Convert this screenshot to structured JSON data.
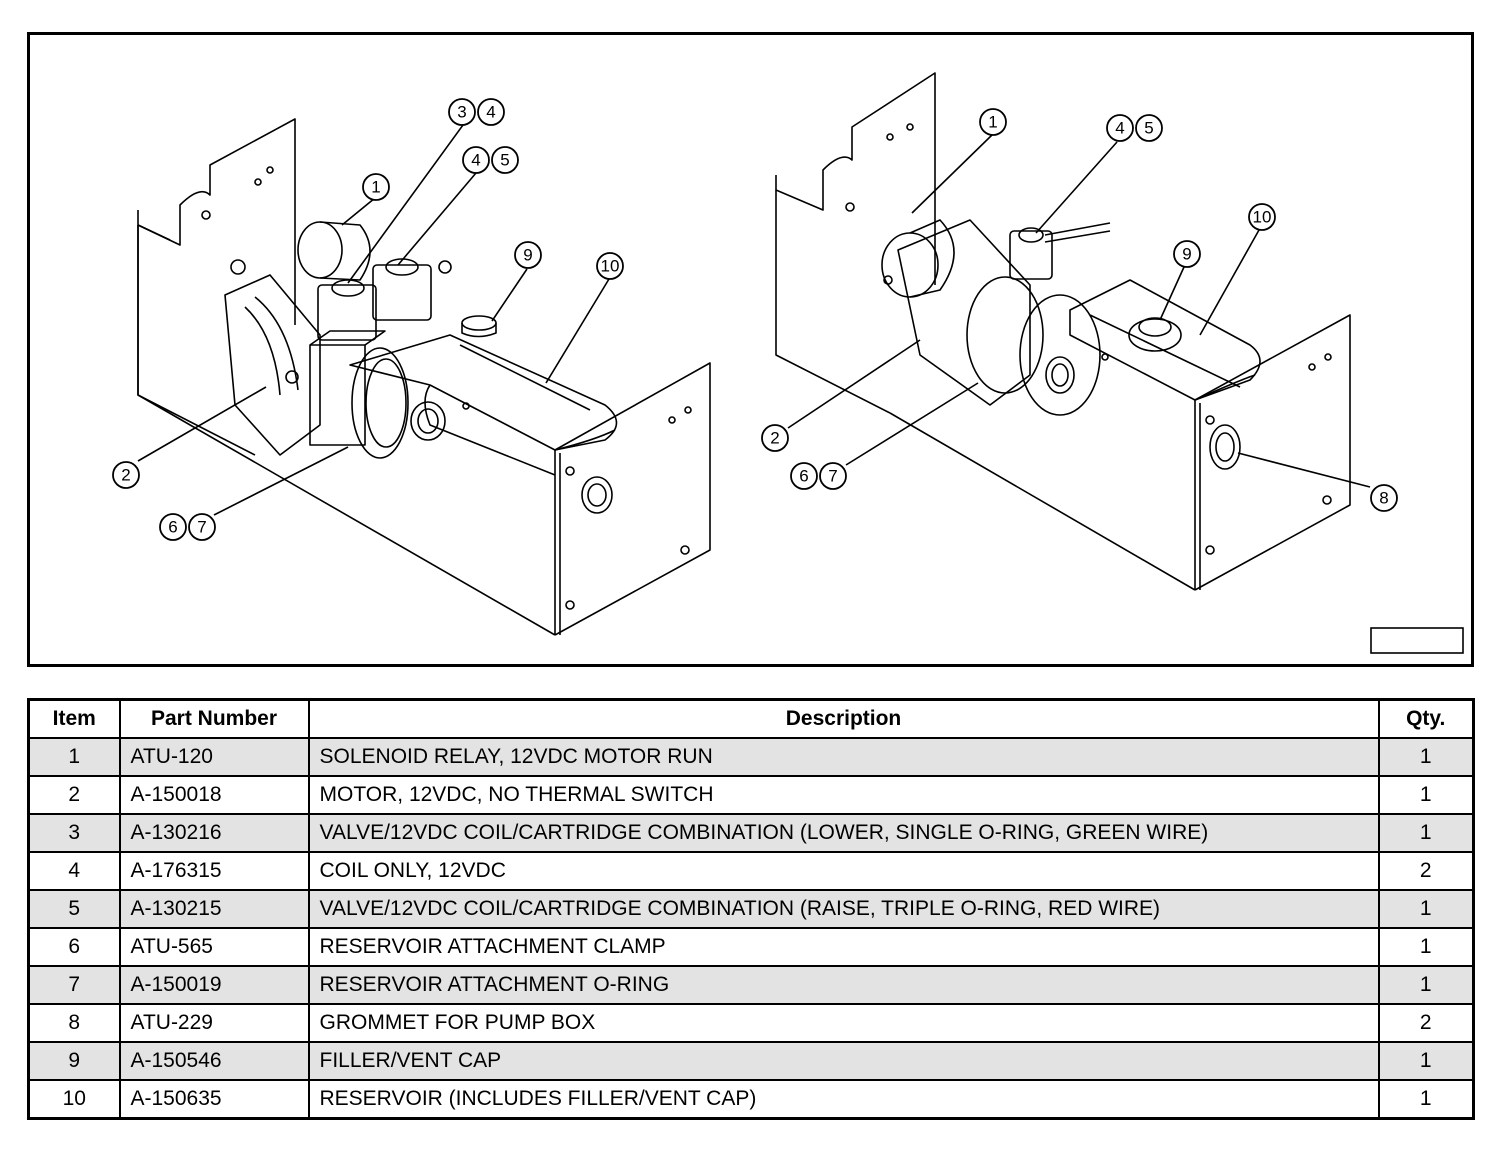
{
  "figure": {
    "left_view_callouts": [
      "1",
      "2",
      "3",
      "4",
      "4",
      "5",
      "6",
      "7",
      "9",
      "10"
    ],
    "right_view_callouts": [
      "1",
      "2",
      "4",
      "5",
      "6",
      "7",
      "8",
      "9",
      "10"
    ]
  },
  "table": {
    "headers": {
      "item": "Item",
      "part_number": "Part Number",
      "description": "Description",
      "qty": "Qty."
    },
    "rows": [
      {
        "item": "1",
        "part": "ATU-120",
        "description": "SOLENOID RELAY, 12VDC MOTOR RUN",
        "qty": "1"
      },
      {
        "item": "2",
        "part": "A-150018",
        "description": "MOTOR, 12VDC, NO THERMAL SWITCH",
        "qty": "1"
      },
      {
        "item": "3",
        "part": "A-130216",
        "description": "VALVE/12VDC COIL/CARTRIDGE COMBINATION (LOWER, SINGLE O-RING, GREEN WIRE)",
        "qty": "1"
      },
      {
        "item": "4",
        "part": "A-176315",
        "description": "COIL ONLY, 12VDC",
        "qty": "2"
      },
      {
        "item": "5",
        "part": "A-130215",
        "description": "VALVE/12VDC COIL/CARTRIDGE COMBINATION (RAISE, TRIPLE O-RING, RED WIRE)",
        "qty": "1"
      },
      {
        "item": "6",
        "part": "ATU-565",
        "description": "RESERVOIR ATTACHMENT CLAMP",
        "qty": "1"
      },
      {
        "item": "7",
        "part": "A-150019",
        "description": "RESERVOIR ATTACHMENT O-RING",
        "qty": "1"
      },
      {
        "item": "8",
        "part": "ATU-229",
        "description": "GROMMET FOR PUMP BOX",
        "qty": "2"
      },
      {
        "item": "9",
        "part": "A-150546",
        "description": "FILLER/VENT CAP",
        "qty": "1"
      },
      {
        "item": "10",
        "part": "A-150635",
        "description": "RESERVOIR (INCLUDES FILLER/VENT CAP)",
        "qty": "1"
      }
    ]
  }
}
